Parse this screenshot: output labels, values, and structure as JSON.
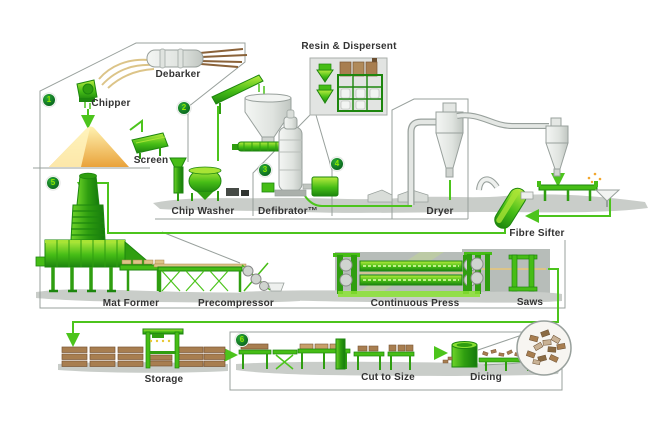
{
  "diagram": {
    "subject": "wood-panel-production-flow",
    "labels": {
      "debarker": "Debarker",
      "chipper": "Chipper",
      "screen": "Screen",
      "chip_washer": "Chip Washer",
      "defibrator": "Defibrator™",
      "resin_dispersent": "Resin & Dispersent",
      "dryer": "Dryer",
      "fibre_sifter": "Fibre Sifter",
      "mat_former": "Mat Former",
      "precompressor": "Precompressor",
      "continuous_press": "Continuous Press",
      "saws": "Saws",
      "storage": "Storage",
      "cut_to_size": "Cut to Size",
      "dicing": "Dicing"
    },
    "stage_badges": [
      "1",
      "2",
      "3",
      "4",
      "5",
      "6"
    ],
    "colors": {
      "machine_green": "#46bd16",
      "highlight_green": "#a8e435",
      "dark_green": "#1d860e",
      "flow_line_green": "#4cc41c",
      "badge_green": "#0b6b1f",
      "badge_text_green": "#8ce800",
      "outline_gray": "#98a09c",
      "floor_gray": "#c9cdc9",
      "backdrop_gray": "#b7bdb9",
      "equipment_white": "#eef0ee",
      "chip_pile_yellow": "#fff2b0",
      "chip_pile_orange": "#e9a23a",
      "wood_brown": "#a87e50",
      "label_text": "#333333",
      "resin_box_bg": "#e2e4e2"
    }
  }
}
